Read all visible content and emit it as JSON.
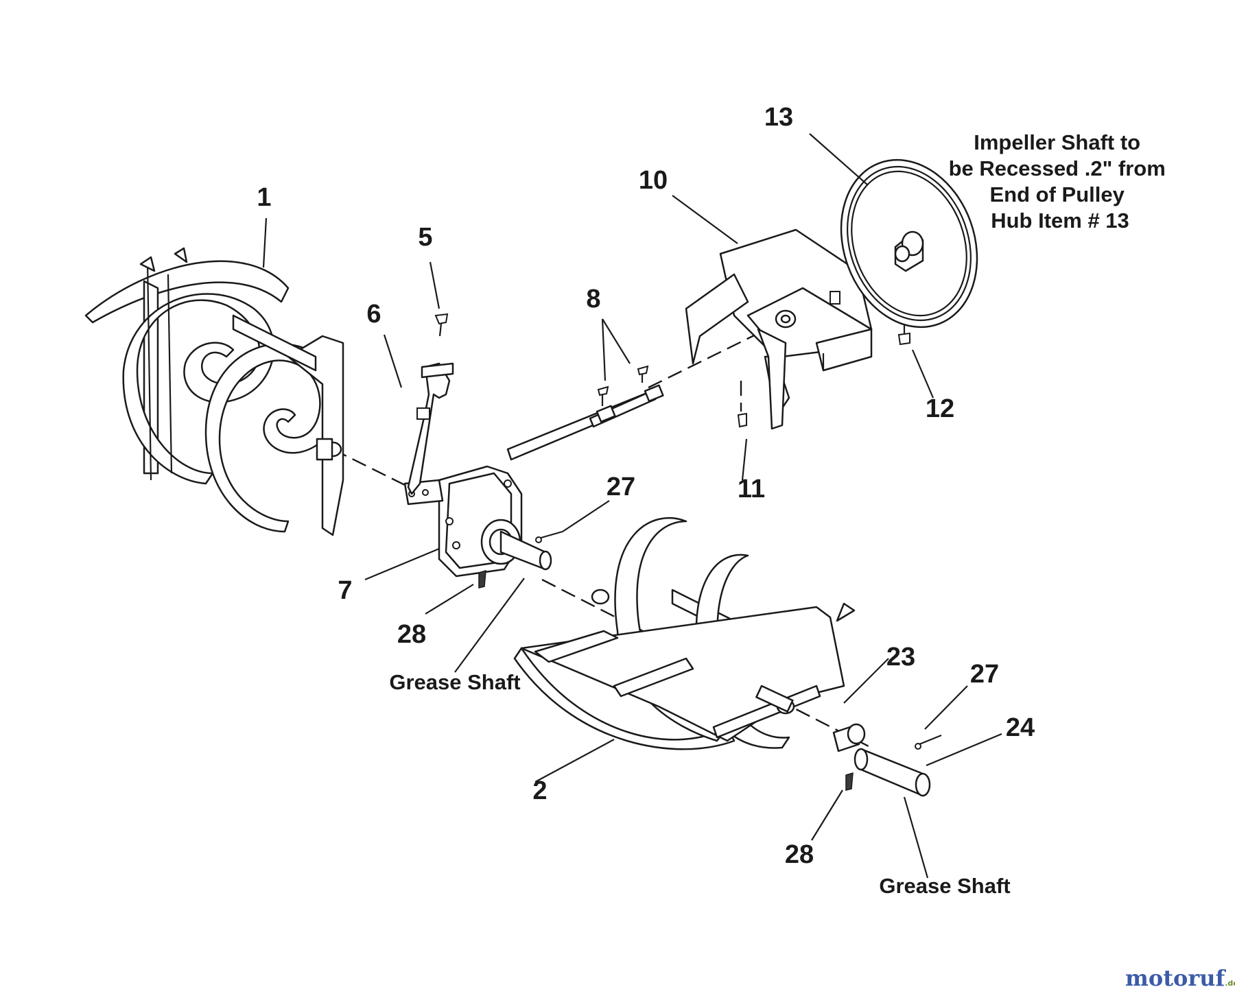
{
  "callouts": {
    "c1": "1",
    "c2": "2",
    "c5": "5",
    "c6": "6",
    "c7": "7",
    "c8": "8",
    "c10": "10",
    "c11": "11",
    "c12": "12",
    "c13": "13",
    "c23": "23",
    "c24": "24",
    "c27a": "27",
    "c27b": "27",
    "c28a": "28",
    "c28b": "28"
  },
  "notes": {
    "impeller_note": [
      "Impeller Shaft to",
      "be Recessed .2\" from",
      "End of Pulley",
      "Hub Item # 13"
    ],
    "grease_shaft_left": "Grease Shaft",
    "grease_shaft_right": "Grease Shaft"
  },
  "watermark": {
    "brand": "motoruf",
    "suffix": ".de",
    "colors": [
      "#3b5ba8",
      "#6a8d2f"
    ]
  }
}
